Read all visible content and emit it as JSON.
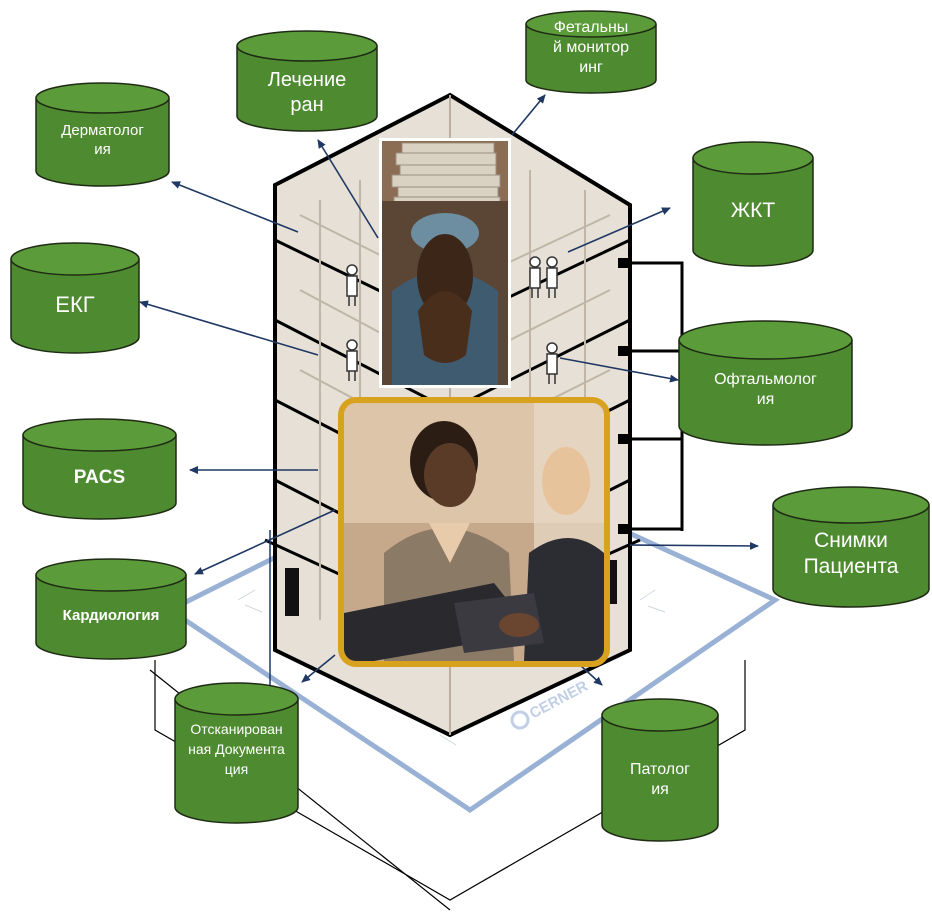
{
  "diagram": {
    "logo_text": "CERNER",
    "nodes": {
      "dermatology": "Дерматология",
      "wound_care": "Лечение ран",
      "fetal_monitoring": "Фетальный мониторинг",
      "gi": "ЖКТ",
      "ecg": "ЕКГ",
      "ophthalmology": "Офтальмология",
      "pacs": "PACS",
      "patient_images": "Снимки Пациента",
      "cardiology": "Кардиология",
      "scanned_docs": "Отсканированная Документация",
      "pathology": "Патология"
    },
    "colors": {
      "cylinder_fill": "#4e8a2f",
      "cylinder_top": "#5c9b3a",
      "cylinder_edge": "#1e2a14",
      "arrow": "#1f3864",
      "platform_outline": "#8ea9d0",
      "photo_frame": "#d8a21e"
    }
  }
}
